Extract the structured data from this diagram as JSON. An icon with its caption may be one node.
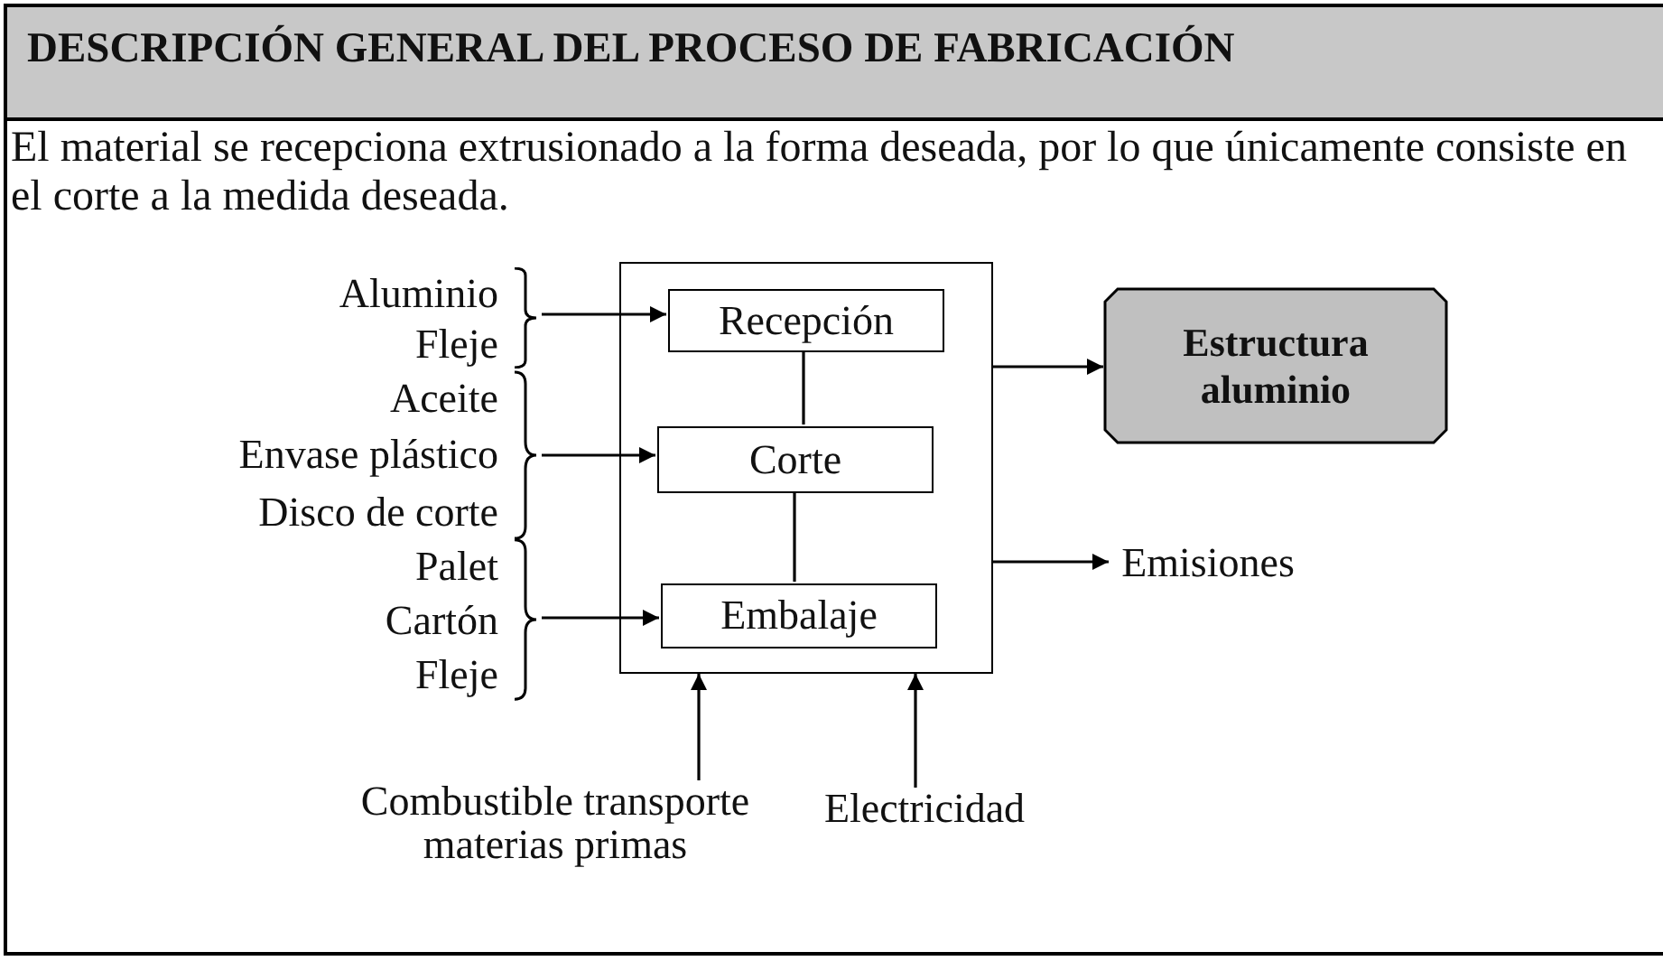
{
  "diagram": {
    "title": "DESCRIPCIÓN GENERAL DEL PROCESO DE FABRICACIÓN",
    "nodes": [
      {
        "text": [],
        "shape": "box"
      },
      {
        "text": [
          "Recepción"
        ],
        "in": 0
      },
      {
        "text": [
          "Corte"
        ],
        "in": 0
      },
      {
        "text": [
          "Embalaje"
        ],
        "in": 0
      },
      {
        "text": [
          "Estructura aluminio"
        ]
      },
      {
        "text": [
          "Emisiones"
        ]
      },
      {
        "text": [
          "Aluminio",
          "Fleje"
        ]
      },
      {
        "text": [
          "Aceite",
          "Envase plástico",
          "Disco de corte"
        ]
      },
      {
        "text": [
          "Palet",
          "Cartón",
          "Fleje"
        ]
      },
      {
        "text": [
          "Combustible transporte materias primas"
        ]
      },
      {
        "text": [
          "Electricidad"
        ]
      }
    ],
    "edges": [
      {
        "from": 6,
        "to": 1,
        "arrow": "to"
      },
      {
        "from": 7,
        "to": 2,
        "arrow": "to"
      },
      {
        "from": 8,
        "to": 3,
        "arrow": "to"
      },
      {
        "from": 1,
        "to": 2,
        "arrow": "none"
      },
      {
        "from": 2,
        "to": 3,
        "arrow": "none"
      },
      {
        "from": 0,
        "to": 4,
        "arrow": "to"
      },
      {
        "from": 0,
        "to": 5,
        "arrow": "to"
      },
      {
        "from": 9,
        "to": 0,
        "arrow": "to"
      },
      {
        "from": 10,
        "to": 0,
        "arrow": "to"
      }
    ],
    "labels": [
      "El material se recepciona extrusionado a la forma deseada, por lo que únicamente consiste en el corte a la medida deseada."
    ]
  }
}
